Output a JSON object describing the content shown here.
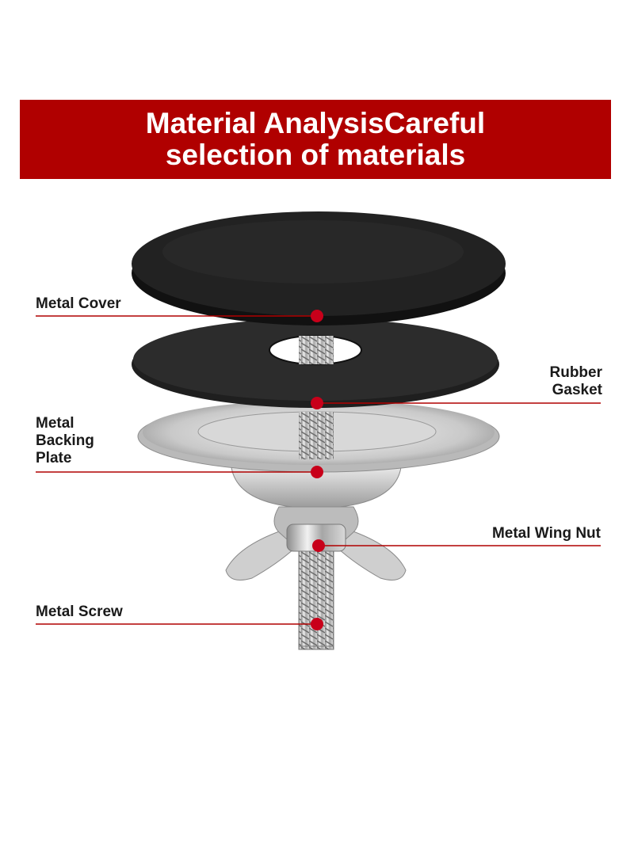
{
  "banner": {
    "line1": "Material AnalysisCareful",
    "line2": "selection of materials"
  },
  "labels": {
    "metal_cover": "Metal Cover",
    "rubber_gasket": [
      "Rubber",
      "Gasket"
    ],
    "metal_backing_plate": [
      "Metal",
      "Backing",
      "Plate"
    ],
    "metal_wing_nut": "Metal Wing Nut",
    "metal_screw": "Metal Screw"
  },
  "colors": {
    "banner_bg": "#b00000",
    "callout_line": "#b00000",
    "callout_dot": "#c8001a"
  }
}
